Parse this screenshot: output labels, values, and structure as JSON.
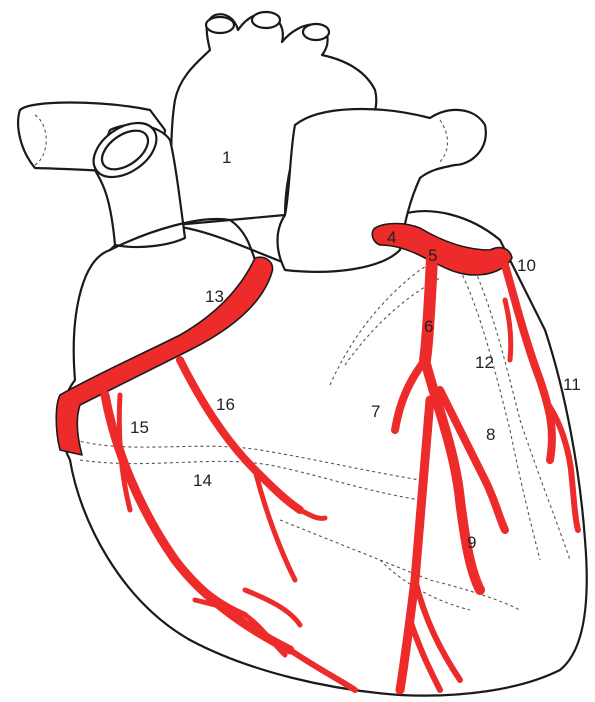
{
  "diagram": {
    "colors": {
      "artery": "#ee2b2b",
      "outline": "#1a1a1a",
      "background": "#ffffff"
    },
    "labels": {
      "l1": "1",
      "l4": "4",
      "l5": "5",
      "l6": "6",
      "l7": "7",
      "l8": "8",
      "l9": "9",
      "l10": "10",
      "l11": "11",
      "l12": "12",
      "l13": "13",
      "l14": "14",
      "l15": "15",
      "l16": "16"
    }
  }
}
